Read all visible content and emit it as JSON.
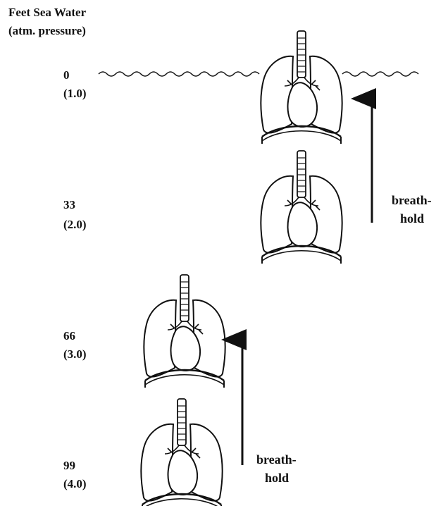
{
  "header": {
    "line1": "Feet Sea Water",
    "line2": "(atm. pressure)"
  },
  "depths": [
    {
      "feet": "0",
      "pressure": "(1.0)"
    },
    {
      "feet": "33",
      "pressure": "(2.0)"
    },
    {
      "feet": "66",
      "pressure": "(3.0)"
    },
    {
      "feet": "99",
      "pressure": "(4.0)"
    }
  ],
  "labels": {
    "breathhold_right_line1": "breath-",
    "breathhold_right_line2": "hold",
    "breathhold_left_line1": "breath-",
    "breathhold_left_line2": "hold"
  },
  "colors": {
    "ink": "#111111",
    "background": "#ffffff"
  },
  "icons": [
    "water-surface",
    "lungs-icon",
    "up-arrow-icon"
  ]
}
